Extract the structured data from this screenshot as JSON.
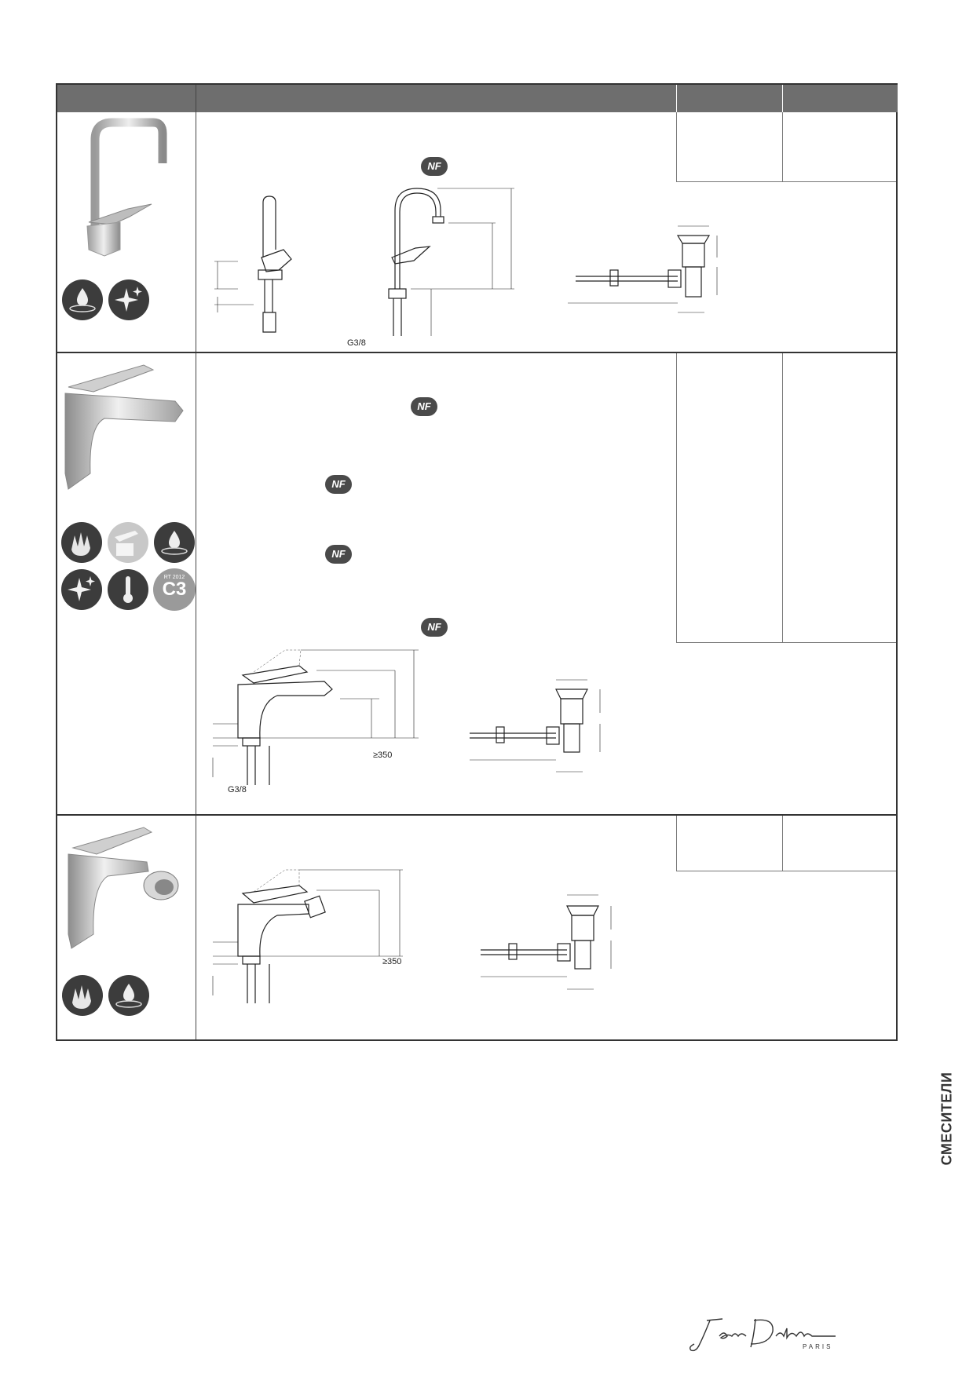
{
  "dimension_labels": {
    "thread_1": "G3/8",
    "min_2": "≥350",
    "thread_2": "G3/8",
    "min_3": "≥350"
  },
  "badges": {
    "nf": "NF",
    "c3_top": "RT 2012",
    "c3_main": "C3"
  },
  "side_label": "СМЕСИТЕЛИ",
  "brand": {
    "name": "Jacob Delafon",
    "city": "PARIS"
  },
  "colors": {
    "header": "#6e6e6e",
    "icon_dark": "#3c3c3c",
    "icon_light": "#c8c8c8",
    "border": "#333333"
  }
}
